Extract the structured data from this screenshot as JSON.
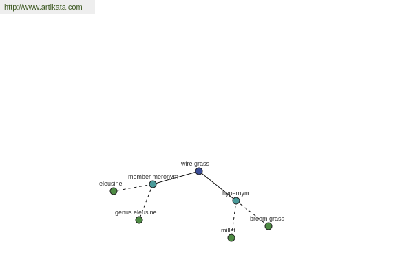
{
  "header": {
    "url": "http://www.artikata.com"
  },
  "colors": {
    "root_node": "#3b4d97",
    "relation_node": "#4a9a9a",
    "leaf_node": "#4e8b44"
  },
  "graph": {
    "nodes": [
      {
        "id": "wire-grass",
        "label": "wire grass",
        "kind": "root_node"
      },
      {
        "id": "member-meronym",
        "label": "member meronym",
        "kind": "relation_node"
      },
      {
        "id": "hypernym",
        "label": "hypernym",
        "kind": "relation_node"
      },
      {
        "id": "eleusine",
        "label": "eleusine",
        "kind": "leaf_node"
      },
      {
        "id": "genus-eleusine",
        "label": "genus eleusine",
        "kind": "leaf_node"
      },
      {
        "id": "millet",
        "label": "millet",
        "kind": "leaf_node"
      },
      {
        "id": "broom-grass",
        "label": "broom grass",
        "kind": "leaf_node"
      }
    ],
    "edges": [
      {
        "from": "wire-grass",
        "to": "member-meronym",
        "style": "solid"
      },
      {
        "from": "wire-grass",
        "to": "hypernym",
        "style": "solid"
      },
      {
        "from": "member-meronym",
        "to": "eleusine",
        "style": "dashed"
      },
      {
        "from": "member-meronym",
        "to": "genus-eleusine",
        "style": "dashed"
      },
      {
        "from": "hypernym",
        "to": "millet",
        "style": "dashed"
      },
      {
        "from": "hypernym",
        "to": "broom-grass",
        "style": "dashed"
      }
    ]
  }
}
